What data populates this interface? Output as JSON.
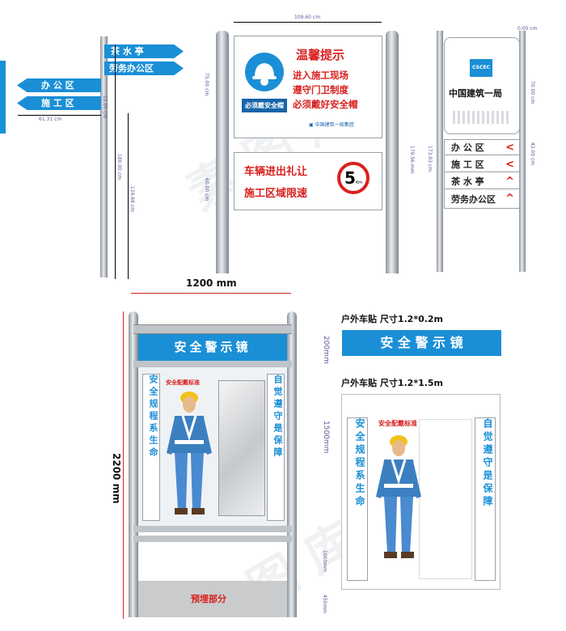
{
  "directional_sign": {
    "right_arrows": [
      "茶 水 亭",
      "劳务办公区"
    ],
    "left_arrows": [
      "办 公 区",
      "施 工 区"
    ],
    "dim_width": "61.31 cm",
    "dim_heights": [
      "180.00 cm",
      "124.68 cm"
    ],
    "dim_small": "12.00 cm"
  },
  "notice_board": {
    "dim_width": "109.60 cm",
    "dim_left": [
      "75.00 cm",
      "60.00 cm"
    ],
    "dim_right": "179.56 mm",
    "helmet_caption": "必须戴安全帽",
    "title": "温馨提示",
    "lines": [
      "进入施工现场",
      "遵守门卫制度",
      "必须戴好安全帽"
    ],
    "footer": "中国建筑一局集团",
    "traffic_lines": [
      "车辆进出礼让",
      "施工区域限速"
    ],
    "speed_value": "5",
    "speed_unit": "Km"
  },
  "company_sign": {
    "logo_text": "CSCEC",
    "company_name": "中国建筑一局",
    "rows": [
      {
        "label": "办 公 区",
        "chev": "<"
      },
      {
        "label": "施 工 区",
        "chev": "<"
      },
      {
        "label": "茶 水 亭",
        "chev": "^"
      },
      {
        "label": "劳务办公区",
        "chev": "^"
      }
    ],
    "dim_top": "0.00 cm",
    "dim_mid": "70.00 cm",
    "dim_bot": "42.00 cm",
    "dim_total": "173.93 cm"
  },
  "mirror_board": {
    "width_label": "1200 mm",
    "height_label": "2200 mm",
    "dim_header": "200mm",
    "dim_body": "1500mm",
    "dim_low": "1000mm",
    "dim_base": "450mm",
    "header": "安全警示镜",
    "left_slogan": "安全规程系生命",
    "right_slogan": "自觉遵守是保障",
    "figure_title": "安全配戴标准",
    "footer": "预埋部分"
  },
  "specs": {
    "spec1": "户外车贴 尺寸1.2*0.2m",
    "spec1_banner": "安 全 警 示 镜",
    "spec2": "户外车贴 尺寸1.2*1.5m",
    "left_slogan": "安全规程系生命",
    "right_slogan": "自觉遵守是保障",
    "figure_title": "安全配戴标准"
  },
  "colors": {
    "accent_blue": "#1a8fd6",
    "accent_red": "#d8211f"
  }
}
